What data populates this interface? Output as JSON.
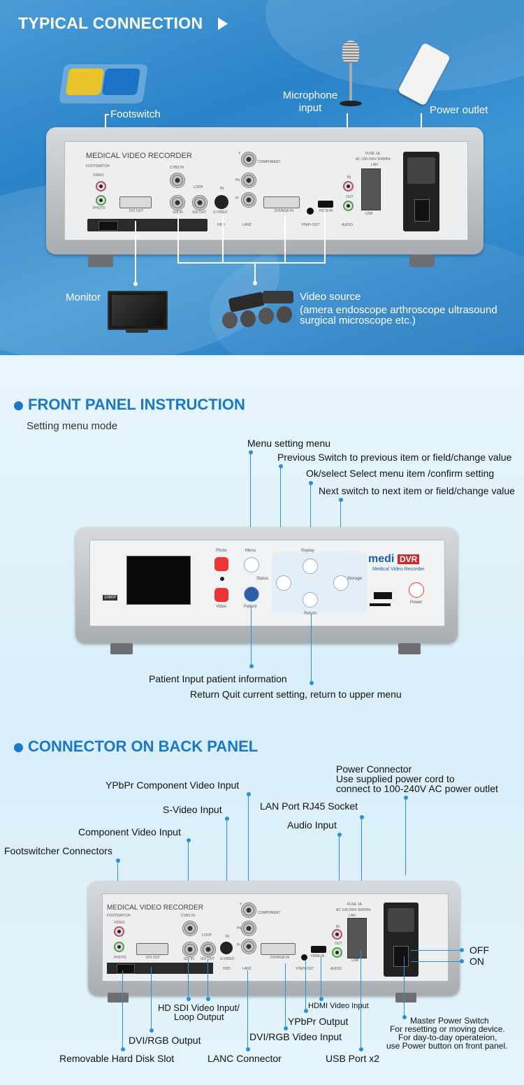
{
  "typical": {
    "title": "TYPICAL CONNECTION",
    "footswitch": "Footswitch",
    "microphone": "Microphone input",
    "power_outlet": "Power outlet",
    "monitor": "Monitor",
    "video_source_title": "Video source",
    "video_source_desc": "(amera endoscope arthroscope ultrasound surgical microscope etc.)"
  },
  "device_back": {
    "brand": "MEDICAL VIDEO RECORDER",
    "footswitch": "FOOTSWITCH",
    "video": "VIDEO",
    "photo": "PHOTO",
    "dvi_out": "DVI OUT",
    "cvbs_in": "CVBS IN",
    "loop": "LOOP",
    "sdi_in": "SDI IN",
    "sdi_out": "SDI OUT",
    "in": "IN",
    "s_video": "S-VIDEO",
    "hdd": "HDD",
    "component": "COMPONENT",
    "y": "Y",
    "pb": "Pb",
    "pr": "Pr",
    "lanc": "LANC",
    "dvi_rgb_in": "DVI/RGB IN",
    "ypbpr_out": "YPbPr OUT",
    "hdmi_in": "HDMI IN",
    "fuse": "FUSE 1A",
    "ac": "AC 100-240V 50/60Hz",
    "lan": "LAN",
    "audio_in": "IN",
    "audio_out": "OUT",
    "audio": "AUDIO",
    "usb": "USB"
  },
  "front": {
    "title": "FRONT PANEL INSTRUCTION",
    "subtitle": "Setting menu mode",
    "menu": "Menu setting menu",
    "previous": "Previous  Switch to previous item or field/change value",
    "ok": "Ok/select   Select menu item /confirm setting",
    "next": "Next switch to next item or field/change value",
    "patient": "Patient  Input patient information",
    "return": "Return  Quit current setting, return to upper menu",
    "panel_photo": "Photo",
    "panel_menu": "Menu",
    "panel_replay": "Replay",
    "panel_status": "Status",
    "panel_storage": "Storage",
    "panel_video": "Video",
    "panel_patient": "Patient",
    "panel_return": "Return",
    "panel_power": "Power",
    "brand": "medi",
    "brand2": "DVR",
    "brand_sub": "Medical Video Recorder",
    "badge": "1080P"
  },
  "back": {
    "title": "CONNECTOR ON BACK PANEL",
    "ypbpr_in": "YPbPr Component Video Input",
    "svideo_in": "S-Video Input",
    "component_in": "Component Video Input",
    "footswitcher": "Footswitcher Connectors",
    "power_conn_1": "Power Connector",
    "power_conn_2": "Use supplied power cord to",
    "power_conn_3": "connect to 100-240V AC power outlet",
    "lan_port": "LAN Port RJ45 Socket",
    "audio_in": "Audio Input",
    "off": "OFF",
    "on": "ON",
    "hdsdi_1": "HD SDI Video Input/",
    "hdsdi_2": "Loop Output",
    "hdmi_in": "HDMI Video Input",
    "dvi_out": "DVI/RGB Output",
    "ypbpr_out": "YPbPr Output",
    "dvi_in": "DVI/RGB Video Input",
    "master_1": "Master Power Switch",
    "master_2": "For resetting or moving device.",
    "master_3": "For day-to-day operateion,",
    "master_4": "use Power button on front panel.",
    "hdd_slot": "Removable Hard Disk Slot",
    "lanc": "LANC Connector",
    "usb": "USB Port x2"
  }
}
